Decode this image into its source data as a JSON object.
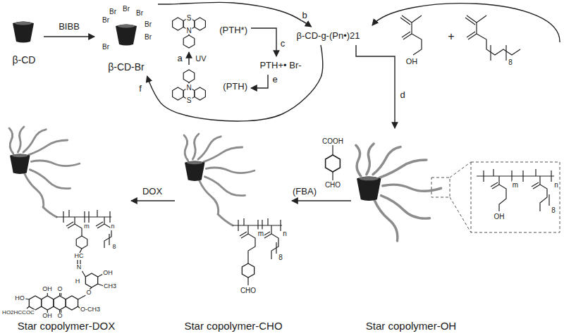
{
  "diagram": {
    "nodes": [
      {
        "text": [
          "β-CD"
        ]
      },
      {
        "text": [
          "β-CD-Br"
        ]
      },
      {
        "text": [
          "(PTH*)"
        ]
      },
      {
        "text": [
          "PTH+• Br-"
        ]
      },
      {
        "text": [
          "(PTH)"
        ]
      },
      {
        "text": [
          "β-CD-g-(Pn•)21"
        ]
      },
      {
        "text": [
          "Star copolymer-OH"
        ]
      },
      {
        "text": [
          "Star copolymer-CHO"
        ]
      },
      {
        "text": [
          "Star copolymer-DOX"
        ]
      }
    ],
    "edges": [
      {
        "from": 0,
        "to": 1,
        "arrow": "to",
        "label": "BIBB"
      },
      {
        "from": 4,
        "to": 2,
        "arrow": "to",
        "label": "a"
      },
      {
        "from": 1,
        "to": 5,
        "arrow": "to",
        "label": "b"
      },
      {
        "from": 2,
        "to": 3,
        "arrow": "to",
        "label": "c"
      },
      {
        "from": 3,
        "to": 4,
        "arrow": "to",
        "label": "e"
      },
      {
        "from": 5,
        "to": 1,
        "arrow": "to",
        "label": "f"
      },
      {
        "from": 5,
        "to": 6,
        "arrow": "to",
        "label": "d"
      },
      {
        "from": 6,
        "to": 7,
        "arrow": "to",
        "label": "(FBA)"
      },
      {
        "from": 7,
        "to": 8,
        "arrow": "to",
        "label": "DOX"
      }
    ],
    "labels": [
      "Br",
      "Br",
      "Br",
      "Br",
      "Br",
      "Br",
      "Br",
      "UV",
      "N",
      "S",
      "N",
      "S",
      "OH",
      "+",
      "8",
      "COOH",
      "CHO",
      "m",
      "n",
      "OH",
      "8",
      "m",
      "n",
      "CHO",
      "8",
      "m",
      "n",
      "8",
      "HC",
      "N",
      "OH",
      "H",
      "CH3",
      "O",
      "HO",
      "HO2HCCOC",
      "OH",
      "O",
      "OH",
      "O",
      "O-CH3"
    ]
  }
}
